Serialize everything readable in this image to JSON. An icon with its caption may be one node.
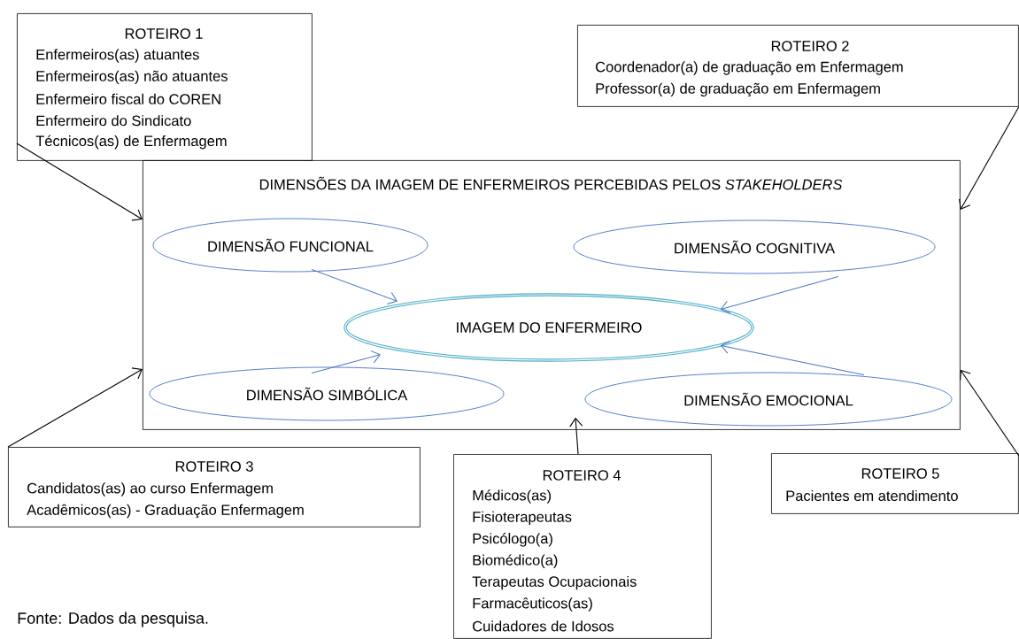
{
  "diagram": {
    "caption": "Fonte: Dados da pesquisa.",
    "nodes": [
      {
        "text": [
          "ROTEIRO 1",
          "Enfermeiros(as) atuantes",
          "Enfermeiros(as) não atuantes",
          "Enfermeiro fiscal do COREN",
          "Enfermeiro do Sindicato",
          "Técnicos(as) de Enfermagem"
        ]
      },
      {
        "text": [
          "ROTEIRO 2",
          "Coordenador(a) de graduação em Enfermagem",
          "Professor(a) de graduação em Enfermagem"
        ]
      },
      {
        "text": [
          "DIMENSÕES DA IMAGEM DE ENFERMEIROS PERCEBIDAS PELOS *STAKEHOLDERS*"
        ]
      },
      {
        "text": [
          "DIMENSÃO FUNCIONAL"
        ],
        "in": 2
      },
      {
        "text": [
          "DIMENSÃO COGNITIVA"
        ],
        "in": 2
      },
      {
        "text": [
          "IMAGEM DO ENFERMEIRO"
        ],
        "in": 2
      },
      {
        "text": [
          "DIMENSÃO SIMBÓLICA"
        ],
        "in": 2
      },
      {
        "text": [
          "DIMENSÃO EMOCIONAL"
        ],
        "in": 2
      },
      {
        "text": [
          "ROTEIRO 3",
          "Candidatos(as) ao curso Enfermagem",
          "Acadêmicos(as) - Graduação Enfermagem"
        ]
      },
      {
        "text": [
          "ROTEIRO 4",
          "Médicos(as)",
          "Fisioterapeutas",
          "Psicólogo(a)",
          "Biomédico(a)",
          "Terapeutas Ocupacionais",
          "Farmacêuticos(as)",
          "Cuidadores de Idosos"
        ]
      },
      {
        "text": [
          "ROTEIRO 5",
          "Pacientes em atendimento"
        ]
      }
    ],
    "edges": [
      {
        "from": 0,
        "to": 2,
        "arrow": "to"
      },
      {
        "from": 1,
        "to": 2,
        "arrow": "to"
      },
      {
        "from": 8,
        "to": 2,
        "arrow": "to"
      },
      {
        "from": 9,
        "to": 2,
        "arrow": "to"
      },
      {
        "from": 10,
        "to": 2,
        "arrow": "to"
      },
      {
        "from": 3,
        "to": 5,
        "arrow": "to",
        "color": "#4472c4"
      },
      {
        "from": 4,
        "to": 5,
        "arrow": "to",
        "color": "#4472c4"
      },
      {
        "from": 6,
        "to": 5,
        "arrow": "to",
        "color": "#4472c4"
      },
      {
        "from": 7,
        "to": 5,
        "arrow": "to",
        "color": "#4472c4"
      }
    ]
  }
}
